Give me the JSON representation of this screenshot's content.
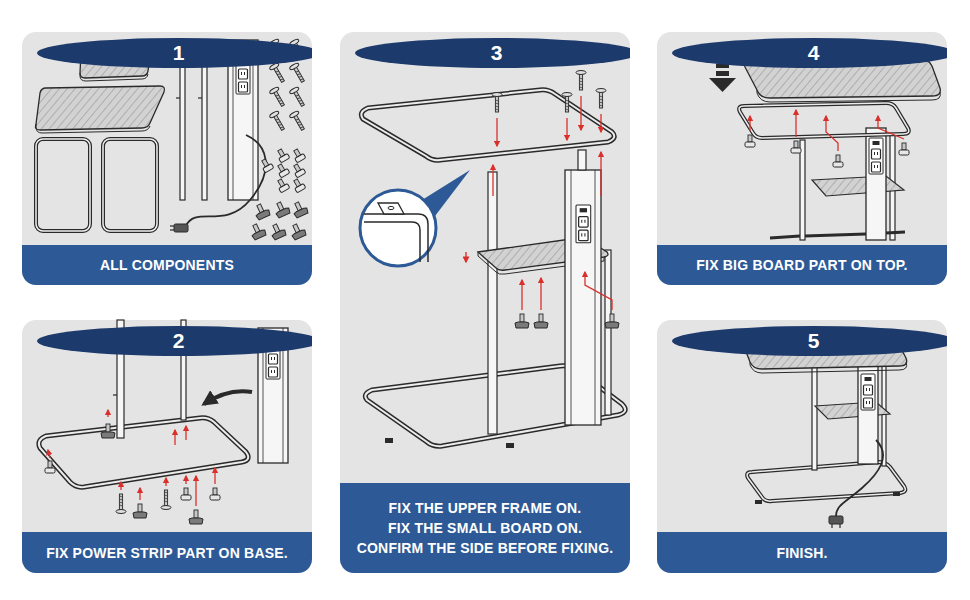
{
  "diagram": {
    "nodes": [
      {
        "text": [
          "1",
          "ALL COMPONENTS"
        ]
      },
      {
        "text": [
          "2",
          "FIX POWER STRIP PART ON BASE."
        ]
      },
      {
        "text": [
          "3",
          "FIX THE UPPER FRAME ON.",
          "FIX THE SMALL BOARD ON.",
          "CONFIRM THE SIDE BEFORE FIXING."
        ]
      },
      {
        "text": [
          "4",
          "FIX BIG BOARD PART ON TOP."
        ]
      },
      {
        "text": [
          "5",
          "FINISH."
        ]
      }
    ]
  }
}
